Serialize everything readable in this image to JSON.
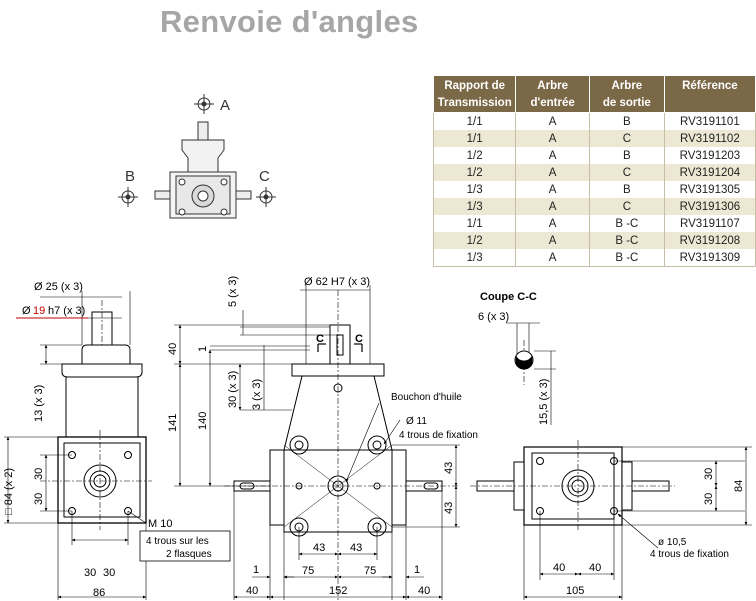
{
  "title": "Renvoie d'angles",
  "table": {
    "headers": [
      "Rapport de Transmission",
      "Arbre d'entrée",
      "Arbre de sortie",
      "Référence"
    ],
    "header_lines": [
      [
        "Rapport de",
        "Transmission"
      ],
      [
        "Arbre",
        "d'entrée"
      ],
      [
        "Arbre",
        "de sortie"
      ],
      [
        "Référence",
        ""
      ]
    ],
    "rows": [
      [
        "1/1",
        "A",
        "B",
        "RV3191101"
      ],
      [
        "1/1",
        "A",
        "C",
        "RV3191102"
      ],
      [
        "1/2",
        "A",
        "B",
        "RV3191203"
      ],
      [
        "1/2",
        "A",
        "C",
        "RV3191204"
      ],
      [
        "1/3",
        "A",
        "B",
        "RV3191305"
      ],
      [
        "1/3",
        "A",
        "C",
        "RV3191306"
      ],
      [
        "1/1",
        "A",
        "B -C",
        "RV3191107"
      ],
      [
        "1/2",
        "A",
        "B -C",
        "RV3191208"
      ],
      [
        "1/3",
        "A",
        "B -C",
        "RV3191309"
      ]
    ],
    "header_color": "#7b6847",
    "alt_row_color": "#ede8d3"
  },
  "schematic": {
    "label_a": "A",
    "label_b": "B",
    "label_c": "C"
  },
  "drawing": {
    "left_view": {
      "dia_25": "Ø 25 (x 3)",
      "dia_19": "Ø",
      "dia_19_val": "19",
      "dia_19_tol": "h7 (x 3)",
      "dim_13": "13 (x 3)",
      "dim_84": "□ 84 (x 2)",
      "dim_30a": "30",
      "dim_30b": "30",
      "thread": "M 10",
      "note": [
        "4 trous sur les",
        "2 flasques"
      ],
      "bottom_30a": "30",
      "bottom_30b": "30",
      "bottom_86": "86"
    },
    "center_view": {
      "bore": "Ø 62 H7 (x 3)",
      "dim_5": "5 (x 3)",
      "dim_40": "40",
      "dim_1": "1",
      "dim_30": "30 (x 3)",
      "dim_3": "3 (x 3)",
      "dim_141": "141",
      "dim_140": "140",
      "section_c1": "C",
      "section_c2": "C",
      "plug": "Bouchon d'huile",
      "hole": "Ø 11",
      "hole_note": "4 trous de fixation",
      "dim_43_top": "43",
      "dim_43_bot": "43",
      "dim_43_left": "43",
      "dim_43_right": "43",
      "bot_1_left": "1",
      "bot_1_right": "1",
      "bot_75_left": "75",
      "bot_75_right": "75",
      "bot_152": "152",
      "bot_40_left": "40",
      "bot_40_right": "40"
    },
    "section": {
      "title": "Coupe C-C",
      "key": "6 (x 3)",
      "depth": "15,5 (x 3)"
    },
    "right_view": {
      "dim_30a": "30",
      "dim_30b": "30",
      "dim_84": "84",
      "bot_40a": "40",
      "bot_40b": "40",
      "hole": "ø 10,5",
      "hole_note": "4 trous de fixation",
      "bot_105": "105"
    }
  }
}
